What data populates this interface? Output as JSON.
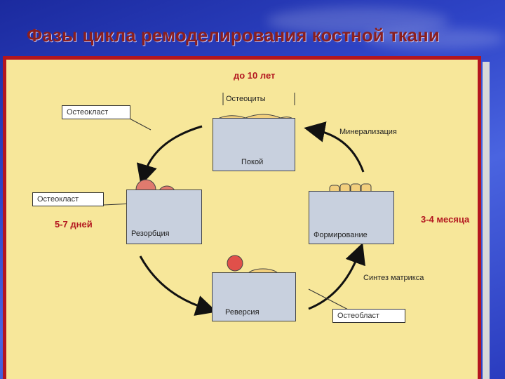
{
  "title": "Фазы цикла ремоделирования костной ткани",
  "labels": {
    "top_time": "до 10 лет",
    "left_time": "5-7 дней",
    "right_time": "3-4 месяца",
    "osteocytes": "Остеоциты",
    "osteoclast_top": "Остеокласт",
    "osteoclast_left": "Остеокласт",
    "mineralization": "Минерализация",
    "matrix_synthesis": "Синтез матрикса",
    "osteoblast": "Остеобласт"
  },
  "phases": {
    "rest": "Покой",
    "resorption": "Резорбция",
    "formation": "Формирование",
    "reversal": "Реверсия"
  },
  "colors": {
    "border": "#b3161f",
    "panel": "#f7e79a",
    "bone": "#c8d0de",
    "osteoclast": "#e07a6e",
    "cell": "#f2cf7d"
  }
}
